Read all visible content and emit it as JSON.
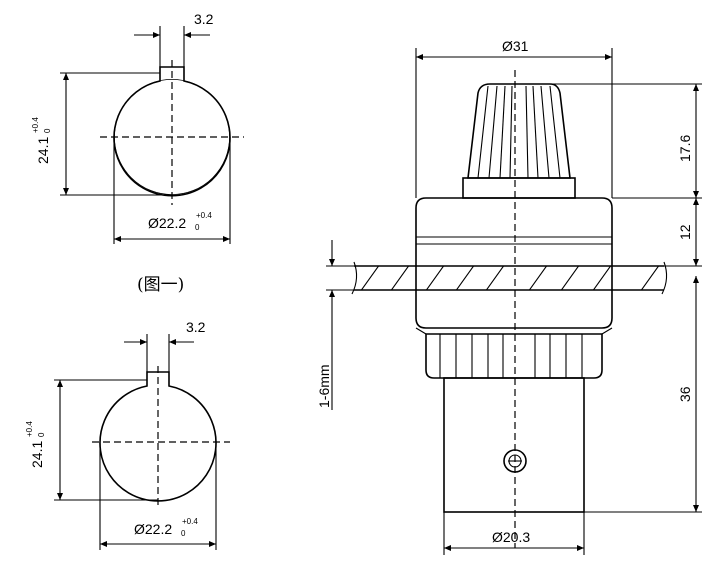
{
  "dimensions": {
    "flat_width": "3.2",
    "flat_width_2": "3.2",
    "height_main": "24.1",
    "height_tol_top": "+0.4",
    "height_tol_bottom": "0",
    "dia_main": "Ø22.2",
    "dia_tol_top": "+0.4",
    "dia_tol_bottom": "0",
    "knob_dia": "Ø31",
    "knob_height": "17.6",
    "collar_height": "12",
    "body_length": "36",
    "panel_thickness": "1-6mm",
    "base_dia": "Ø20.3"
  },
  "captions": {
    "figure_one": "(图一)"
  }
}
